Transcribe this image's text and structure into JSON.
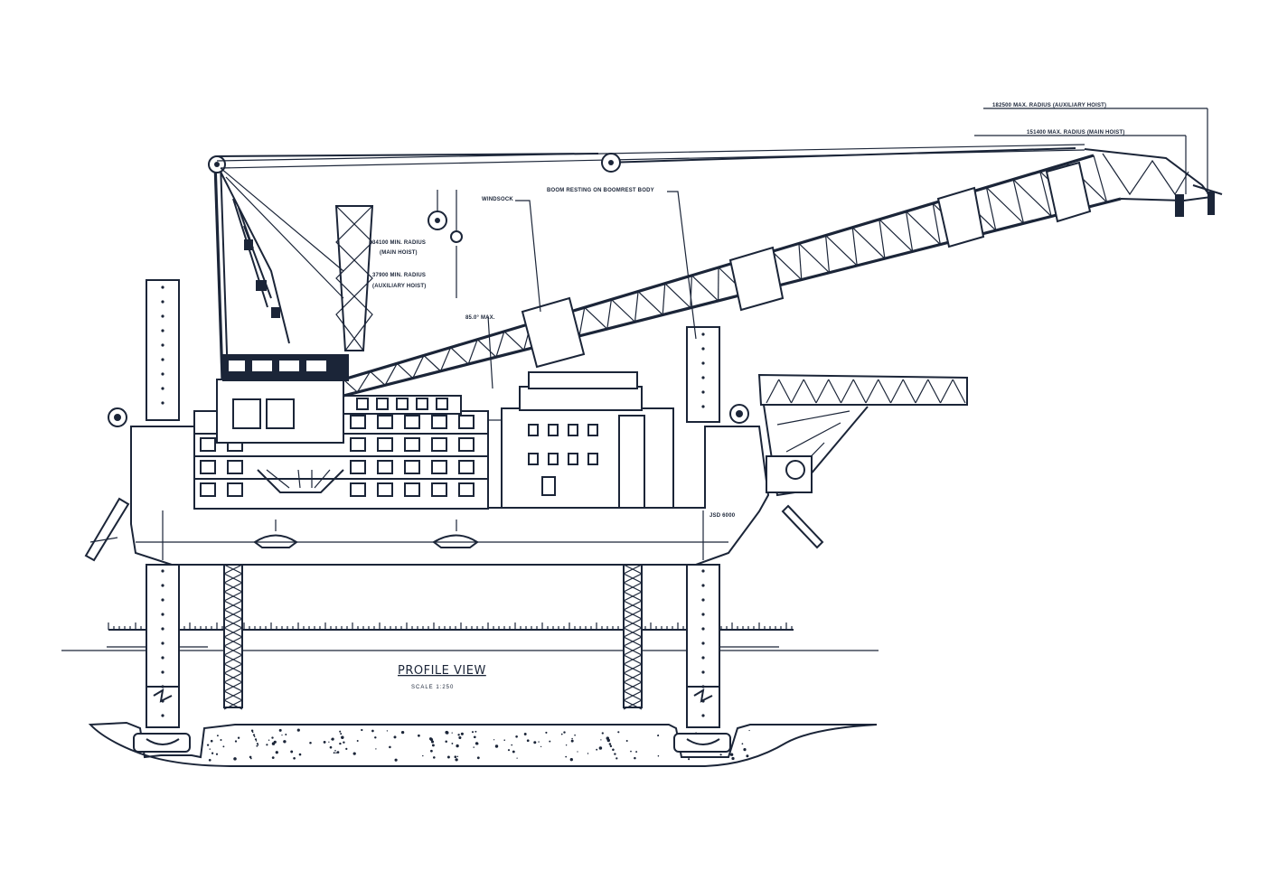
{
  "drawing": {
    "title": "PROFILE VIEW",
    "scale": "SCALE 1:250",
    "vessel_name": "JSD 6000",
    "annotations": {
      "aux_max_radius": "182500 MAX. RADIUS (AUXILIARY HOIST)",
      "main_max_radius": "151400 MAX. RADIUS (MAIN HOIST)",
      "main_min_radius": "34100 MIN. RADIUS",
      "main_min_radius_sub": "(MAIN HOIST)",
      "aux_min_radius": "37900 MIN. RADIUS",
      "aux_min_radius_sub": "(AUXILIARY HOIST)",
      "max_angle": "85.0° MAX.",
      "windsock": "WINDSOCK",
      "boom_rest": "BOOM RESTING ON BOOMREST BODY"
    }
  }
}
